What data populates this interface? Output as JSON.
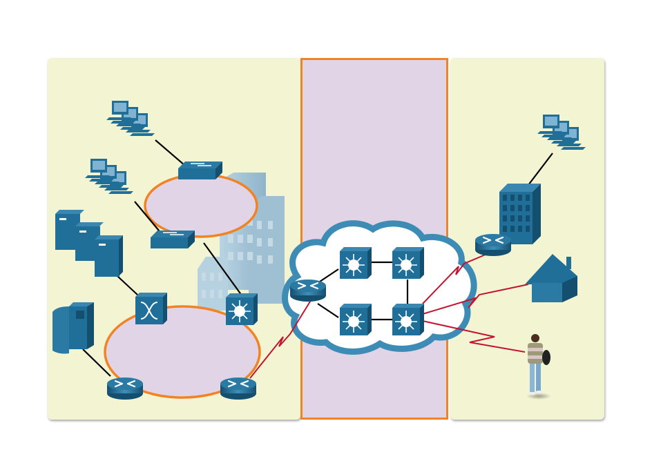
{
  "diagram": {
    "title": "",
    "regions": [
      {
        "id": "left-enterprise",
        "label": "",
        "color": "#f3f4d2"
      },
      {
        "id": "wan-core",
        "label": "",
        "color": "#e0d4e6",
        "border": "#f28325"
      },
      {
        "id": "right-remote",
        "label": "",
        "color": "#f3f4d2"
      }
    ],
    "colors": {
      "device": "#1f6f99",
      "device_dark": "#154f70",
      "ring_fill": "#e0d4e6",
      "ring_stroke": "#f28325",
      "wire": "#000000",
      "serial_link": "#c4122f",
      "cloud_stroke": "#3d8cb5",
      "building_light": "#a9c8da"
    },
    "devices": [
      {
        "id": "pc-group-top-left",
        "type": "workstations"
      },
      {
        "id": "pc-group-mid-left",
        "type": "workstations"
      },
      {
        "id": "file-servers",
        "type": "servers"
      },
      {
        "id": "mainframe",
        "type": "server-tower"
      },
      {
        "id": "switch-top",
        "type": "workgroup-switch"
      },
      {
        "id": "switch-bottom",
        "type": "workgroup-switch"
      },
      {
        "id": "atm-switch",
        "type": "atm-switch"
      },
      {
        "id": "l3-switch-left",
        "type": "multilayer-switch"
      },
      {
        "id": "router-left-1",
        "type": "router"
      },
      {
        "id": "router-left-2",
        "type": "router"
      },
      {
        "id": "cloud-router",
        "type": "router"
      },
      {
        "id": "cloud-l3-1",
        "type": "multilayer-switch"
      },
      {
        "id": "cloud-l3-2",
        "type": "multilayer-switch"
      },
      {
        "id": "cloud-l3-3",
        "type": "multilayer-switch"
      },
      {
        "id": "cloud-l3-4",
        "type": "multilayer-switch"
      },
      {
        "id": "branch-router",
        "type": "router"
      },
      {
        "id": "branch-building",
        "type": "building"
      },
      {
        "id": "pc-group-right",
        "type": "workstations"
      },
      {
        "id": "home",
        "type": "house"
      },
      {
        "id": "mobile-user",
        "type": "person"
      }
    ],
    "links": [
      {
        "from": "pc-group-top-left",
        "to": "switch-top",
        "kind": "ethernet"
      },
      {
        "from": "pc-group-mid-left",
        "to": "switch-bottom",
        "kind": "ethernet"
      },
      {
        "from": "switch-bottom",
        "to": "l3-switch-left",
        "kind": "ethernet"
      },
      {
        "from": "file-servers",
        "to": "atm-switch",
        "kind": "ethernet"
      },
      {
        "from": "mainframe",
        "to": "router-left-1",
        "kind": "ethernet"
      },
      {
        "from": "router-left-2",
        "to": "cloud-router",
        "kind": "serial"
      },
      {
        "from": "cloud-router",
        "to": "cloud-l3-1",
        "kind": "ethernet"
      },
      {
        "from": "cloud-router",
        "to": "cloud-l3-3",
        "kind": "ethernet"
      },
      {
        "from": "cloud-l3-1",
        "to": "cloud-l3-2",
        "kind": "ethernet"
      },
      {
        "from": "cloud-l3-2",
        "to": "cloud-l3-4",
        "kind": "ethernet"
      },
      {
        "from": "cloud-l3-3",
        "to": "cloud-l3-4",
        "kind": "ethernet"
      },
      {
        "from": "cloud-l3-4",
        "to": "branch-router",
        "kind": "serial"
      },
      {
        "from": "cloud-l3-4",
        "to": "home",
        "kind": "serial"
      },
      {
        "from": "cloud-l3-4",
        "to": "mobile-user",
        "kind": "serial"
      },
      {
        "from": "branch-building",
        "to": "pc-group-right",
        "kind": "ethernet"
      }
    ]
  }
}
